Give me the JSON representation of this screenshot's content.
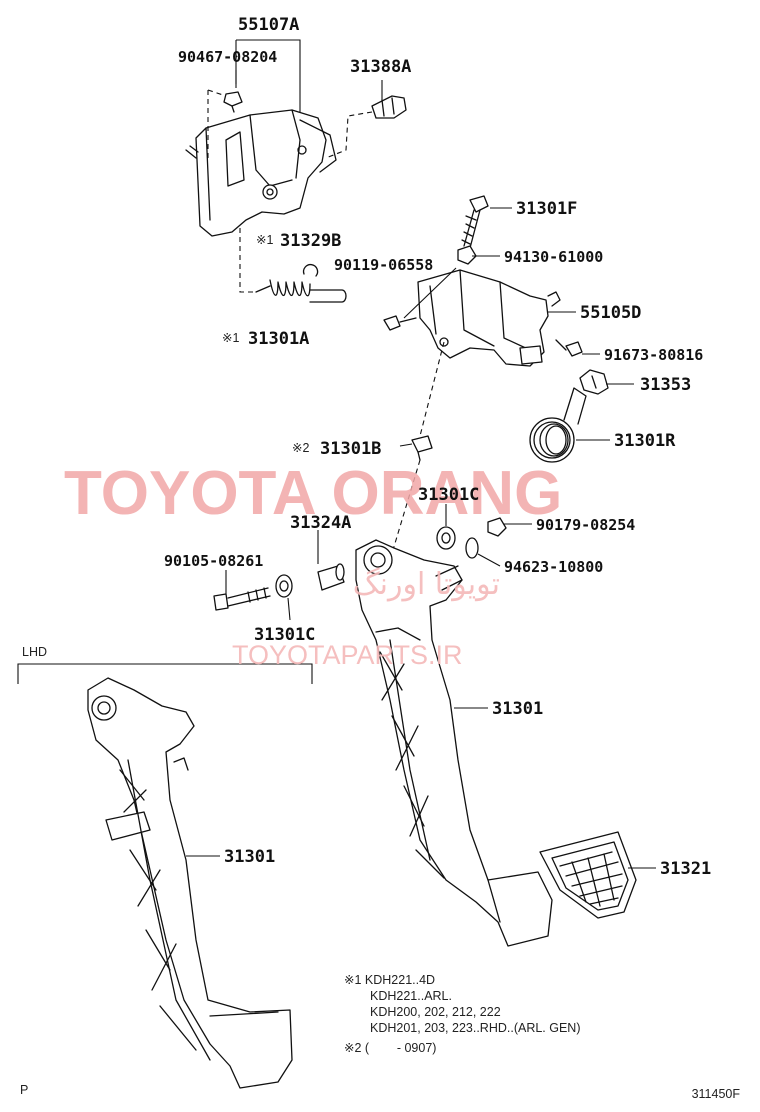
{
  "labels": {
    "l_55107A": "55107A",
    "l_90467": "90467-08204",
    "l_31388A": "31388A",
    "l_31301F": "31301F",
    "l_31329B": "31329B",
    "l_90119": "90119-06558",
    "l_94130": "94130-61000",
    "l_55105D": "55105D",
    "l_31301A": "31301A",
    "l_91673": "91673-80816",
    "l_31353": "31353",
    "l_31301R": "31301R",
    "l_31301B": "31301B",
    "l_31301C_top": "31301C",
    "l_90179": "90179-08254",
    "l_31324A": "31324A",
    "l_94623": "94623-10800",
    "l_90105": "90105-08261",
    "l_31301C_low": "31301C",
    "l_31301_mid": "31301",
    "l_31301_lhd": "31301",
    "l_31321": "31321"
  },
  "marks": {
    "m1": "※1",
    "m2": "※1",
    "m3": "※2"
  },
  "section": {
    "lhd": "LHD"
  },
  "notes": {
    "n1": "※1 KDH221..4D",
    "n2": "KDH221..ARL.",
    "n3": "KDH200, 202, 212, 222",
    "n4": "KDH201, 203, 223..RHD..(ARL. GEN)",
    "n5": "※2 (        - 0907)"
  },
  "watermark": {
    "main": "TOYOTA ORANG",
    "arabic": "تويوتا اورنگ",
    "site": "TOYOTAPARTS.IR"
  },
  "footer": {
    "left": "P",
    "code": "311450F"
  }
}
